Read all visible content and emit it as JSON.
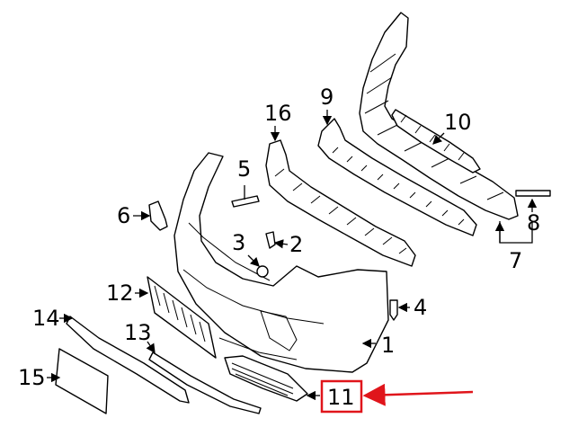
{
  "callouts": {
    "c1": "1",
    "c2": "2",
    "c3": "3",
    "c4": "4",
    "c5": "5",
    "c6": "6",
    "c7": "7",
    "c8": "8",
    "c9": "9",
    "c10": "10",
    "c11": "11",
    "c12": "12",
    "c13": "13",
    "c14": "14",
    "c15": "15",
    "c16": "16"
  },
  "highlight": {
    "callout": "11",
    "color": "#e0151b"
  }
}
